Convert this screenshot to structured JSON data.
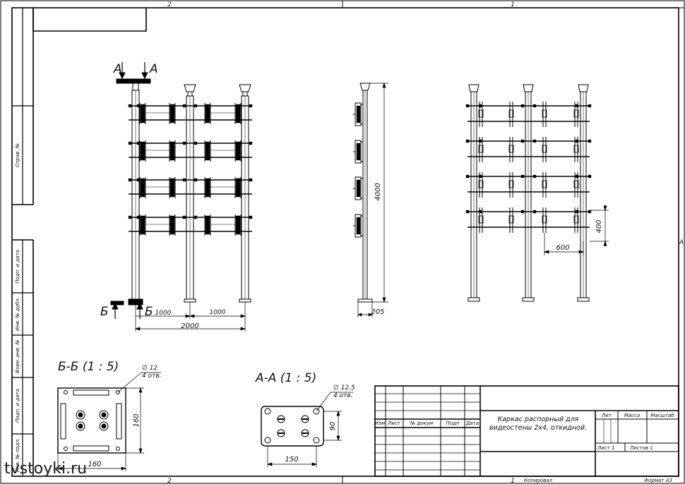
{
  "zones": {
    "top_left": "2",
    "top_right": "1",
    "bottom_left": "2",
    "bottom_right": "1",
    "right_side": "A"
  },
  "side_stamp": {
    "sprav": "Справ. №",
    "podp_data_1": "Подп. и дата",
    "inv_dubl": "Инв. № дубл.",
    "vzam_inv": "Взам. инв. №",
    "podp_data_2": "Подп. и дата",
    "inv_podl": "Инв. № подл."
  },
  "front_view": {
    "section_a_left": "А",
    "section_a_right": "А",
    "section_b_left": "Б",
    "section_b_right": "Б",
    "dim_left": "1000",
    "dim_right": "1000",
    "dim_total": "2000"
  },
  "side_view": {
    "height_dim": "4000",
    "base_dim": "205"
  },
  "back_view": {
    "vert_dim": "400",
    "horiz_dim": "600"
  },
  "section_bb": {
    "title": "Б-Б (1 : 5)",
    "hole_dia": "∅ 12",
    "hole_count": "4 отв.",
    "dim_vertical": "160",
    "dim_horizontal": "160"
  },
  "section_aa": {
    "title": "А-А (1 : 5)",
    "hole_dia": "∅ 12.5",
    "hole_count": "4 отв.",
    "dim_vertical": "90",
    "dim_horizontal": "150"
  },
  "title_block": {
    "col_izm": "Изм",
    "col_list": "Лист",
    "col_doc": "№ докум",
    "col_podp": "Подп",
    "col_data": "Дата",
    "name_line1": "Каркас распорный для",
    "name_line2": "видеостены 2х4, откидной.",
    "lit": "Лит",
    "massa": "Масса",
    "masshtab": "Масштаб",
    "sheet": "Лист 1",
    "sheets": "Листов 1"
  },
  "footer": {
    "kopiroval": "Копировал",
    "format": "Формат А3"
  },
  "watermark": "tvstoyki.ru"
}
